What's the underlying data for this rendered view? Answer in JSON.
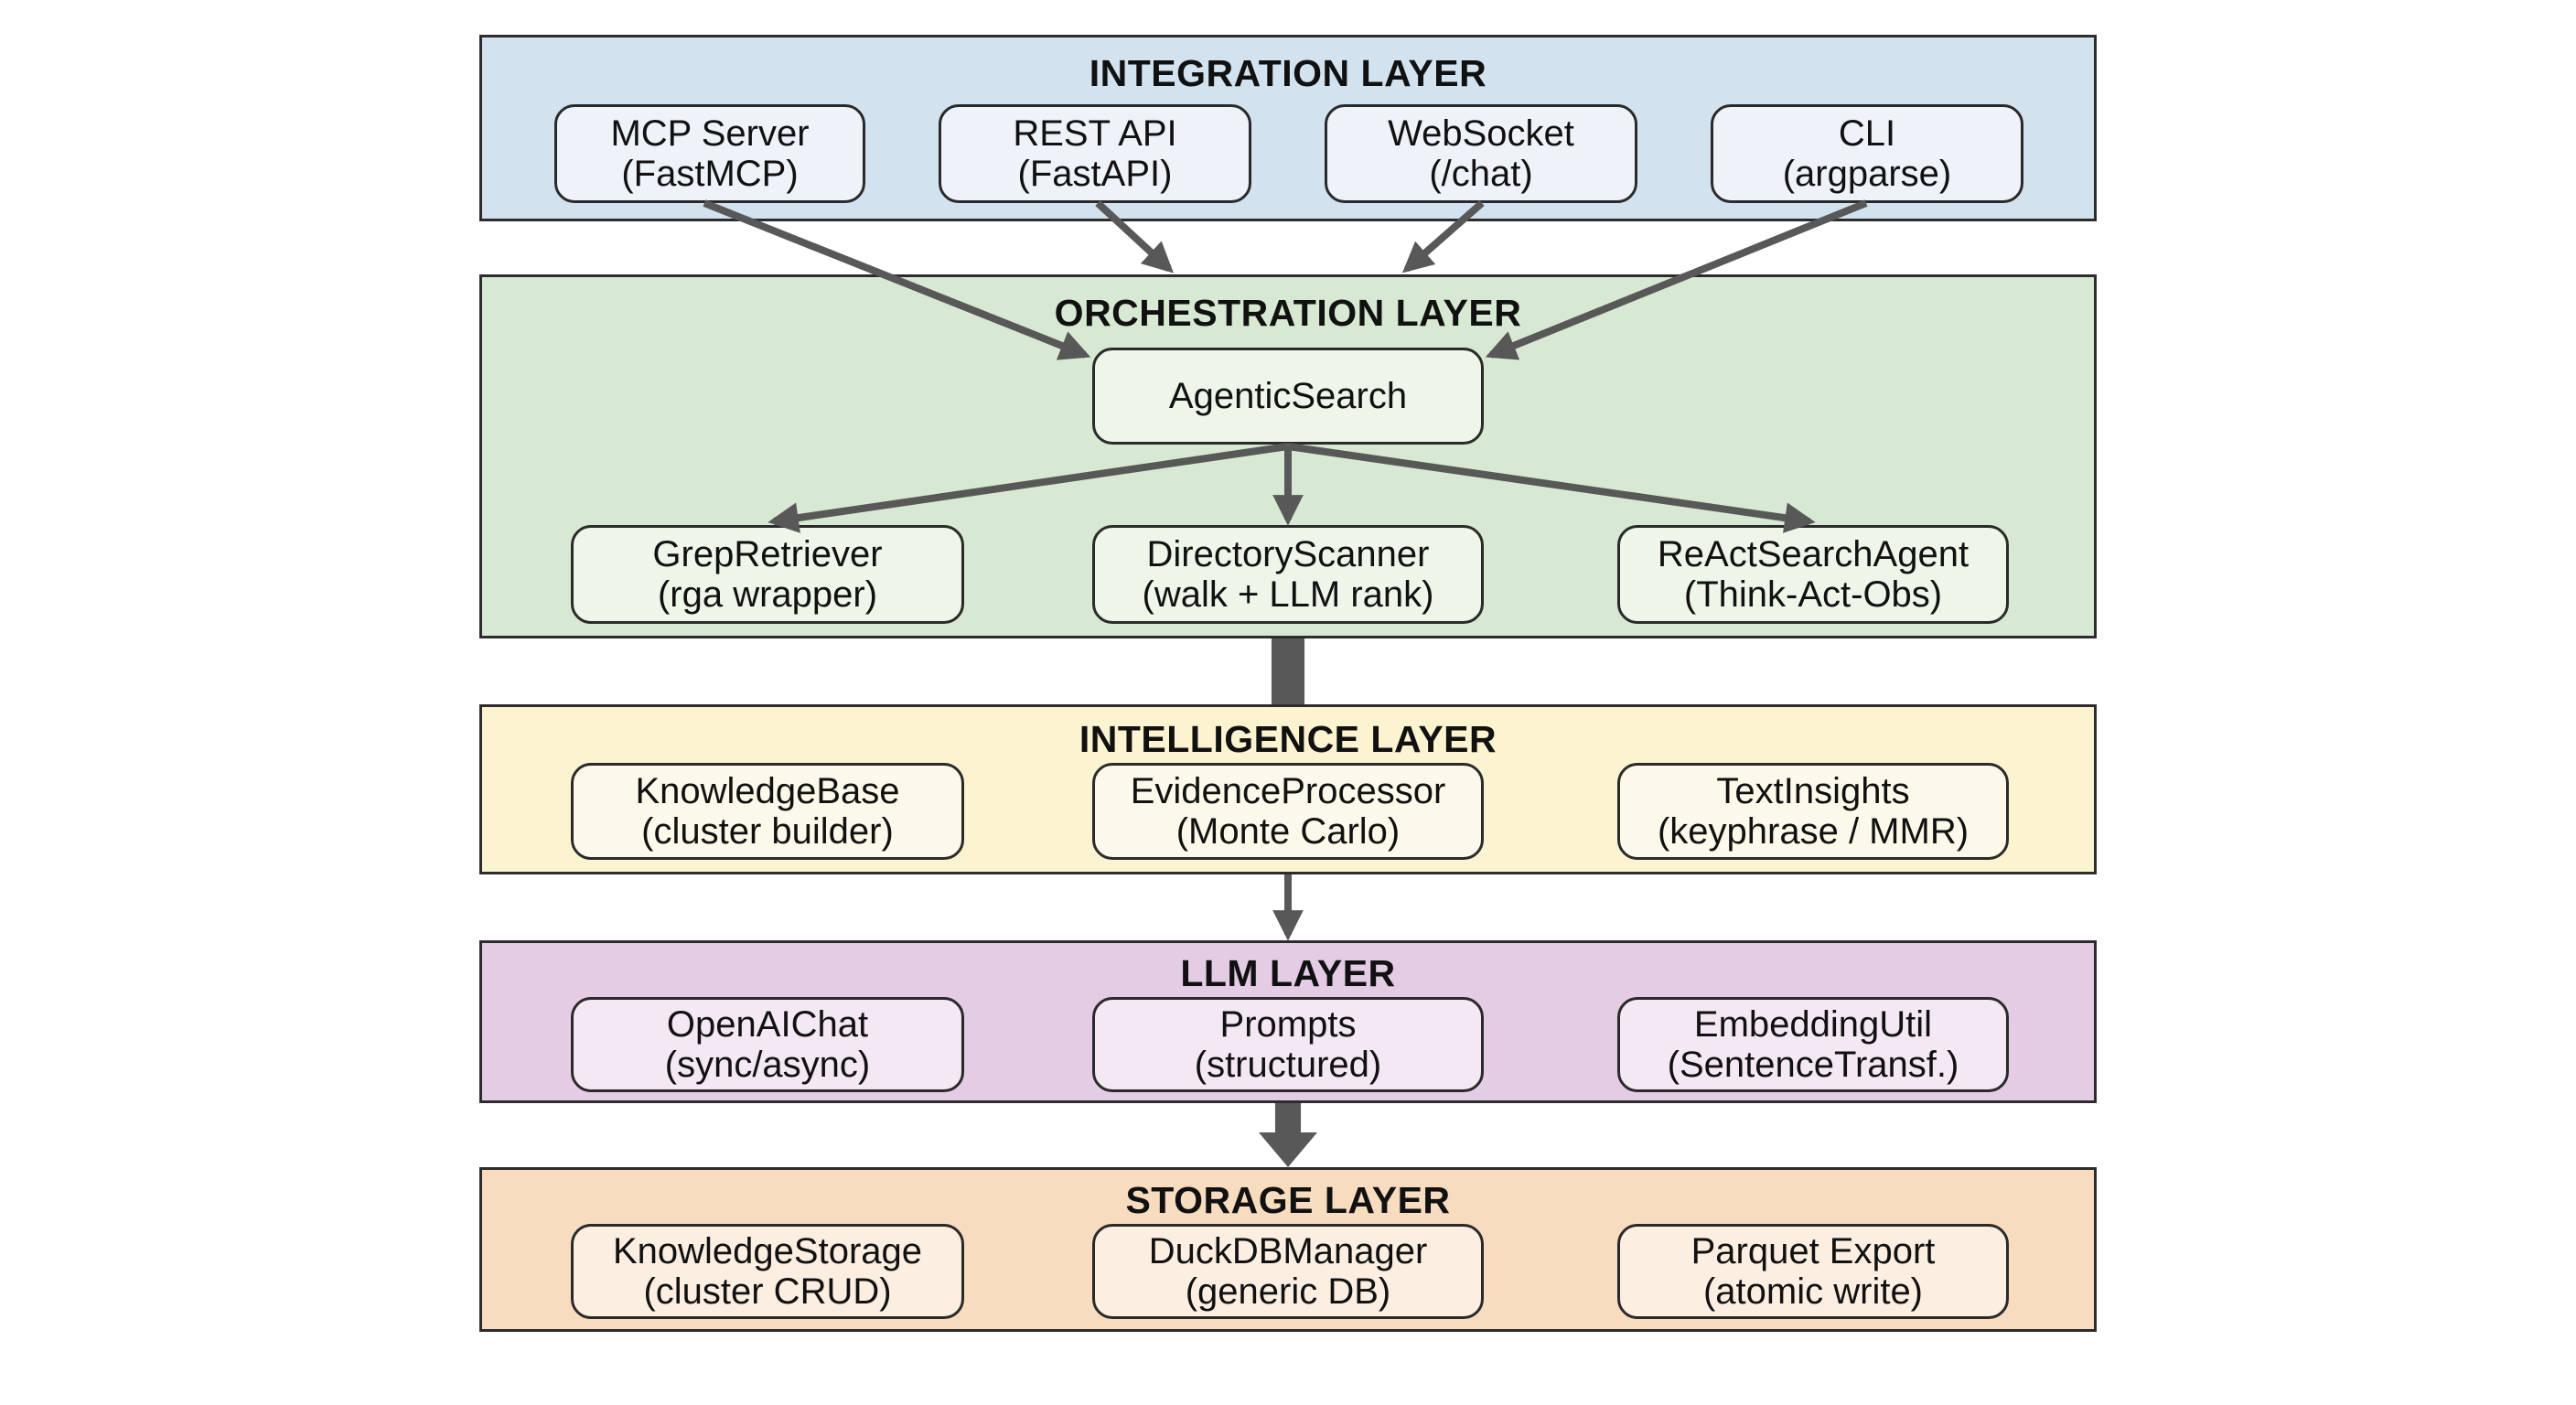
{
  "colors": {
    "integration_bg": "#d3e2ef",
    "integration_node": "#eef3f9",
    "orchestration_bg": "#d7e9d2",
    "orchestration_node": "#eef6ea",
    "intelligence_bg": "#fcf4d1",
    "intelligence_node": "#fdf9ea",
    "llm_bg": "#e4cce5",
    "llm_node": "#f3e8f3",
    "storage_bg": "#f8dcc0",
    "storage_node": "#fcefe2",
    "arrow": "#585858"
  },
  "layers": {
    "integration": {
      "title": "INTEGRATION LAYER",
      "nodes": [
        {
          "name": "MCP Server",
          "detail": "(FastMCP)"
        },
        {
          "name": "REST API",
          "detail": "(FastAPI)"
        },
        {
          "name": "WebSocket",
          "detail": "(/chat)"
        },
        {
          "name": "CLI",
          "detail": "(argparse)"
        }
      ]
    },
    "orchestration": {
      "title": "ORCHESTRATION LAYER",
      "hub": {
        "name": "AgenticSearch"
      },
      "nodes": [
        {
          "name": "GrepRetriever",
          "detail": "(rga wrapper)"
        },
        {
          "name": "DirectoryScanner",
          "detail": "(walk + LLM rank)"
        },
        {
          "name": "ReActSearchAgent",
          "detail": "(Think-Act-Obs)"
        }
      ]
    },
    "intelligence": {
      "title": "INTELLIGENCE LAYER",
      "nodes": [
        {
          "name": "KnowledgeBase",
          "detail": "(cluster builder)"
        },
        {
          "name": "EvidenceProcessor",
          "detail": "(Monte Carlo)"
        },
        {
          "name": "TextInsights",
          "detail": "(keyphrase / MMR)"
        }
      ]
    },
    "llm": {
      "title": "LLM LAYER",
      "nodes": [
        {
          "name": "OpenAIChat",
          "detail": "(sync/async)"
        },
        {
          "name": "Prompts",
          "detail": "(structured)"
        },
        {
          "name": "EmbeddingUtil",
          "detail": "(SentenceTransf.)"
        }
      ]
    },
    "storage": {
      "title": "STORAGE LAYER",
      "nodes": [
        {
          "name": "KnowledgeStorage",
          "detail": "(cluster CRUD)"
        },
        {
          "name": "DuckDBManager",
          "detail": "(generic DB)"
        },
        {
          "name": "Parquet Export",
          "detail": "(atomic write)"
        }
      ]
    }
  }
}
